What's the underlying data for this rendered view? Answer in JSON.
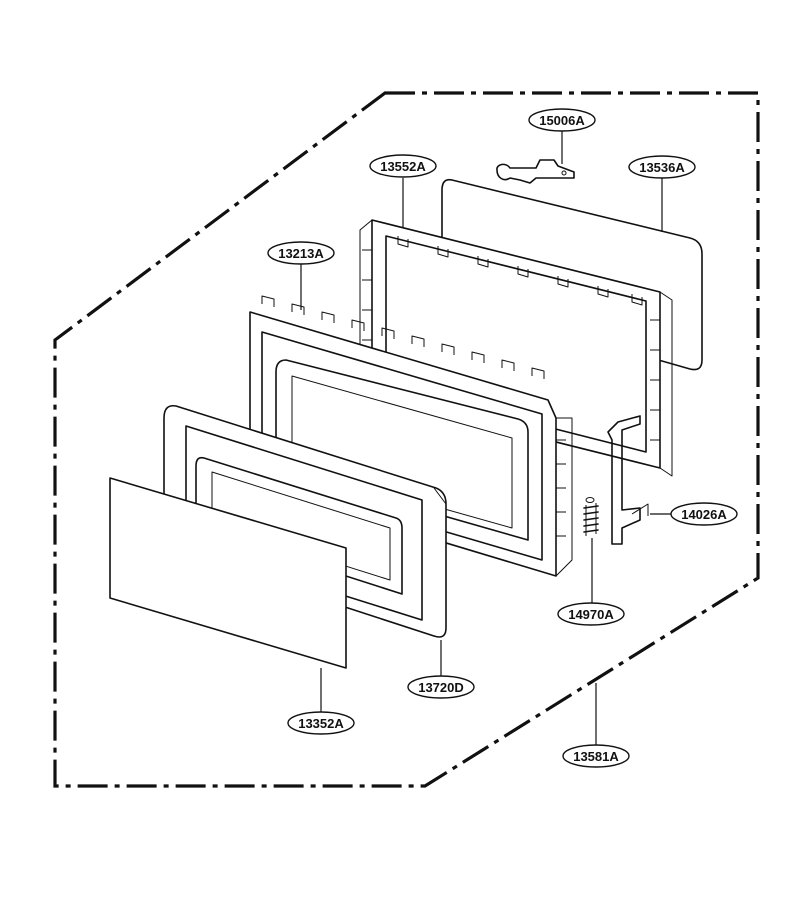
{
  "parts": {
    "p15006A": "15006A",
    "p13552A": "13552A",
    "p13536A": "13536A",
    "p13213A": "13213A",
    "p14026A": "14026A",
    "p14970A": "14970A",
    "p13720D": "13720D",
    "p13352A": "13352A",
    "p13581A": "13581A"
  }
}
